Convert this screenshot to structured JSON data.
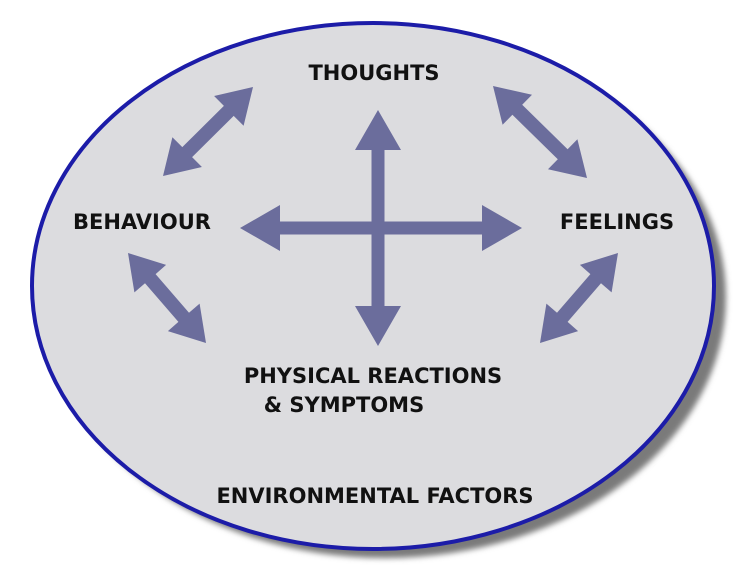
{
  "diagram": {
    "nodes": {
      "thoughts": "THOUGHTS",
      "behaviour": "BEHAVIOUR",
      "feelings": "FEELINGS",
      "physical_line1": "PHYSICAL REACTIONS",
      "physical_line2": "& SYMPTOMS",
      "environment": "ENVIRONMENTAL FACTORS"
    },
    "colors": {
      "arrow": "#6b6d9c",
      "ellipse_fill": "#dcdcdf",
      "ellipse_stroke": "#1c1ca8",
      "shadow": "#7a7a7a",
      "text": "#111111"
    }
  }
}
